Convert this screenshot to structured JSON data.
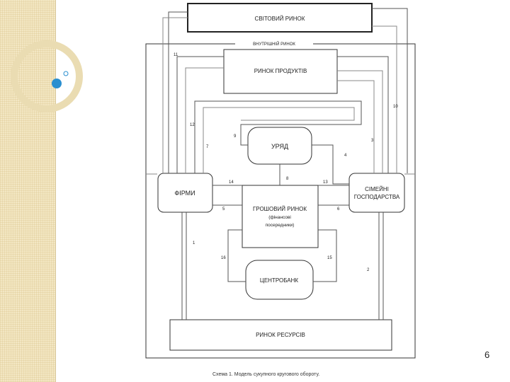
{
  "diagram": {
    "world_market": "СВІТОВИЙ РИНОК",
    "domestic_market": "ВНУТРІШНІЙ РИНОК",
    "product_market": "РИНОК ПРОДУКТІВ",
    "government": "УРЯД",
    "firms": "ФІРМИ",
    "households_line1": "СІМЕЙНІ",
    "households_line2": "ГОСПОДАРСТВА",
    "money_market_line1": "ГРОШОВИЙ РИНОК",
    "money_market_line2": "(фінансові",
    "money_market_line3": "посередники)",
    "central_bank": "ЦЕНТРОБАНК",
    "resource_market": "РИНОК РЕСУРСІВ",
    "flow_labels": [
      "1",
      "2",
      "3",
      "4",
      "5",
      "6",
      "7",
      "8",
      "9",
      "10",
      "11",
      "12",
      "13",
      "14",
      "15",
      "16"
    ]
  },
  "caption": "Схема 1. Модель сукупного кругового обороту.",
  "page_number": "6"
}
